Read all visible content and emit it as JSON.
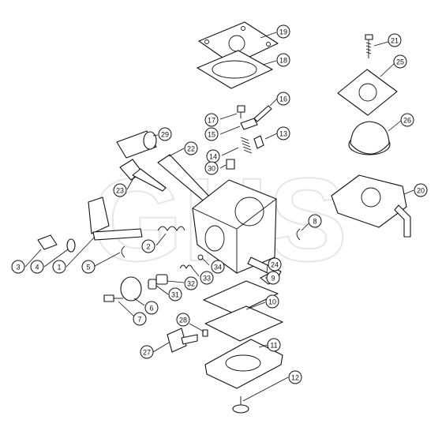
{
  "watermark": "GHS",
  "callouts": [
    {
      "id": "c19",
      "text": "19"
    },
    {
      "id": "c18",
      "text": "18"
    },
    {
      "id": "c21",
      "text": "21"
    },
    {
      "id": "c25",
      "text": "25"
    },
    {
      "id": "c16",
      "text": "16"
    },
    {
      "id": "c17",
      "text": "17"
    },
    {
      "id": "c15",
      "text": "15"
    },
    {
      "id": "c13",
      "text": "13"
    },
    {
      "id": "c26",
      "text": "26"
    },
    {
      "id": "c29",
      "text": "29"
    },
    {
      "id": "c22",
      "text": "22"
    },
    {
      "id": "c14",
      "text": "14"
    },
    {
      "id": "c30",
      "text": "30"
    },
    {
      "id": "c23",
      "text": "23"
    },
    {
      "id": "c20",
      "text": "20"
    },
    {
      "id": "c8",
      "text": "8"
    },
    {
      "id": "c2",
      "text": "2"
    },
    {
      "id": "c24",
      "text": "24"
    },
    {
      "id": "c34",
      "text": "34"
    },
    {
      "id": "c9",
      "text": "9"
    },
    {
      "id": "c33",
      "text": "33"
    },
    {
      "id": "c32",
      "text": "32"
    },
    {
      "id": "c31",
      "text": "31"
    },
    {
      "id": "c3",
      "text": "3"
    },
    {
      "id": "c4",
      "text": "4"
    },
    {
      "id": "c1",
      "text": "1"
    },
    {
      "id": "c5",
      "text": "5"
    },
    {
      "id": "c6",
      "text": "6"
    },
    {
      "id": "c7",
      "text": "7"
    },
    {
      "id": "c10",
      "text": "10"
    },
    {
      "id": "c28",
      "text": "28"
    },
    {
      "id": "c11",
      "text": "11"
    },
    {
      "id": "c27",
      "text": "27"
    },
    {
      "id": "c12",
      "text": "12"
    }
  ]
}
